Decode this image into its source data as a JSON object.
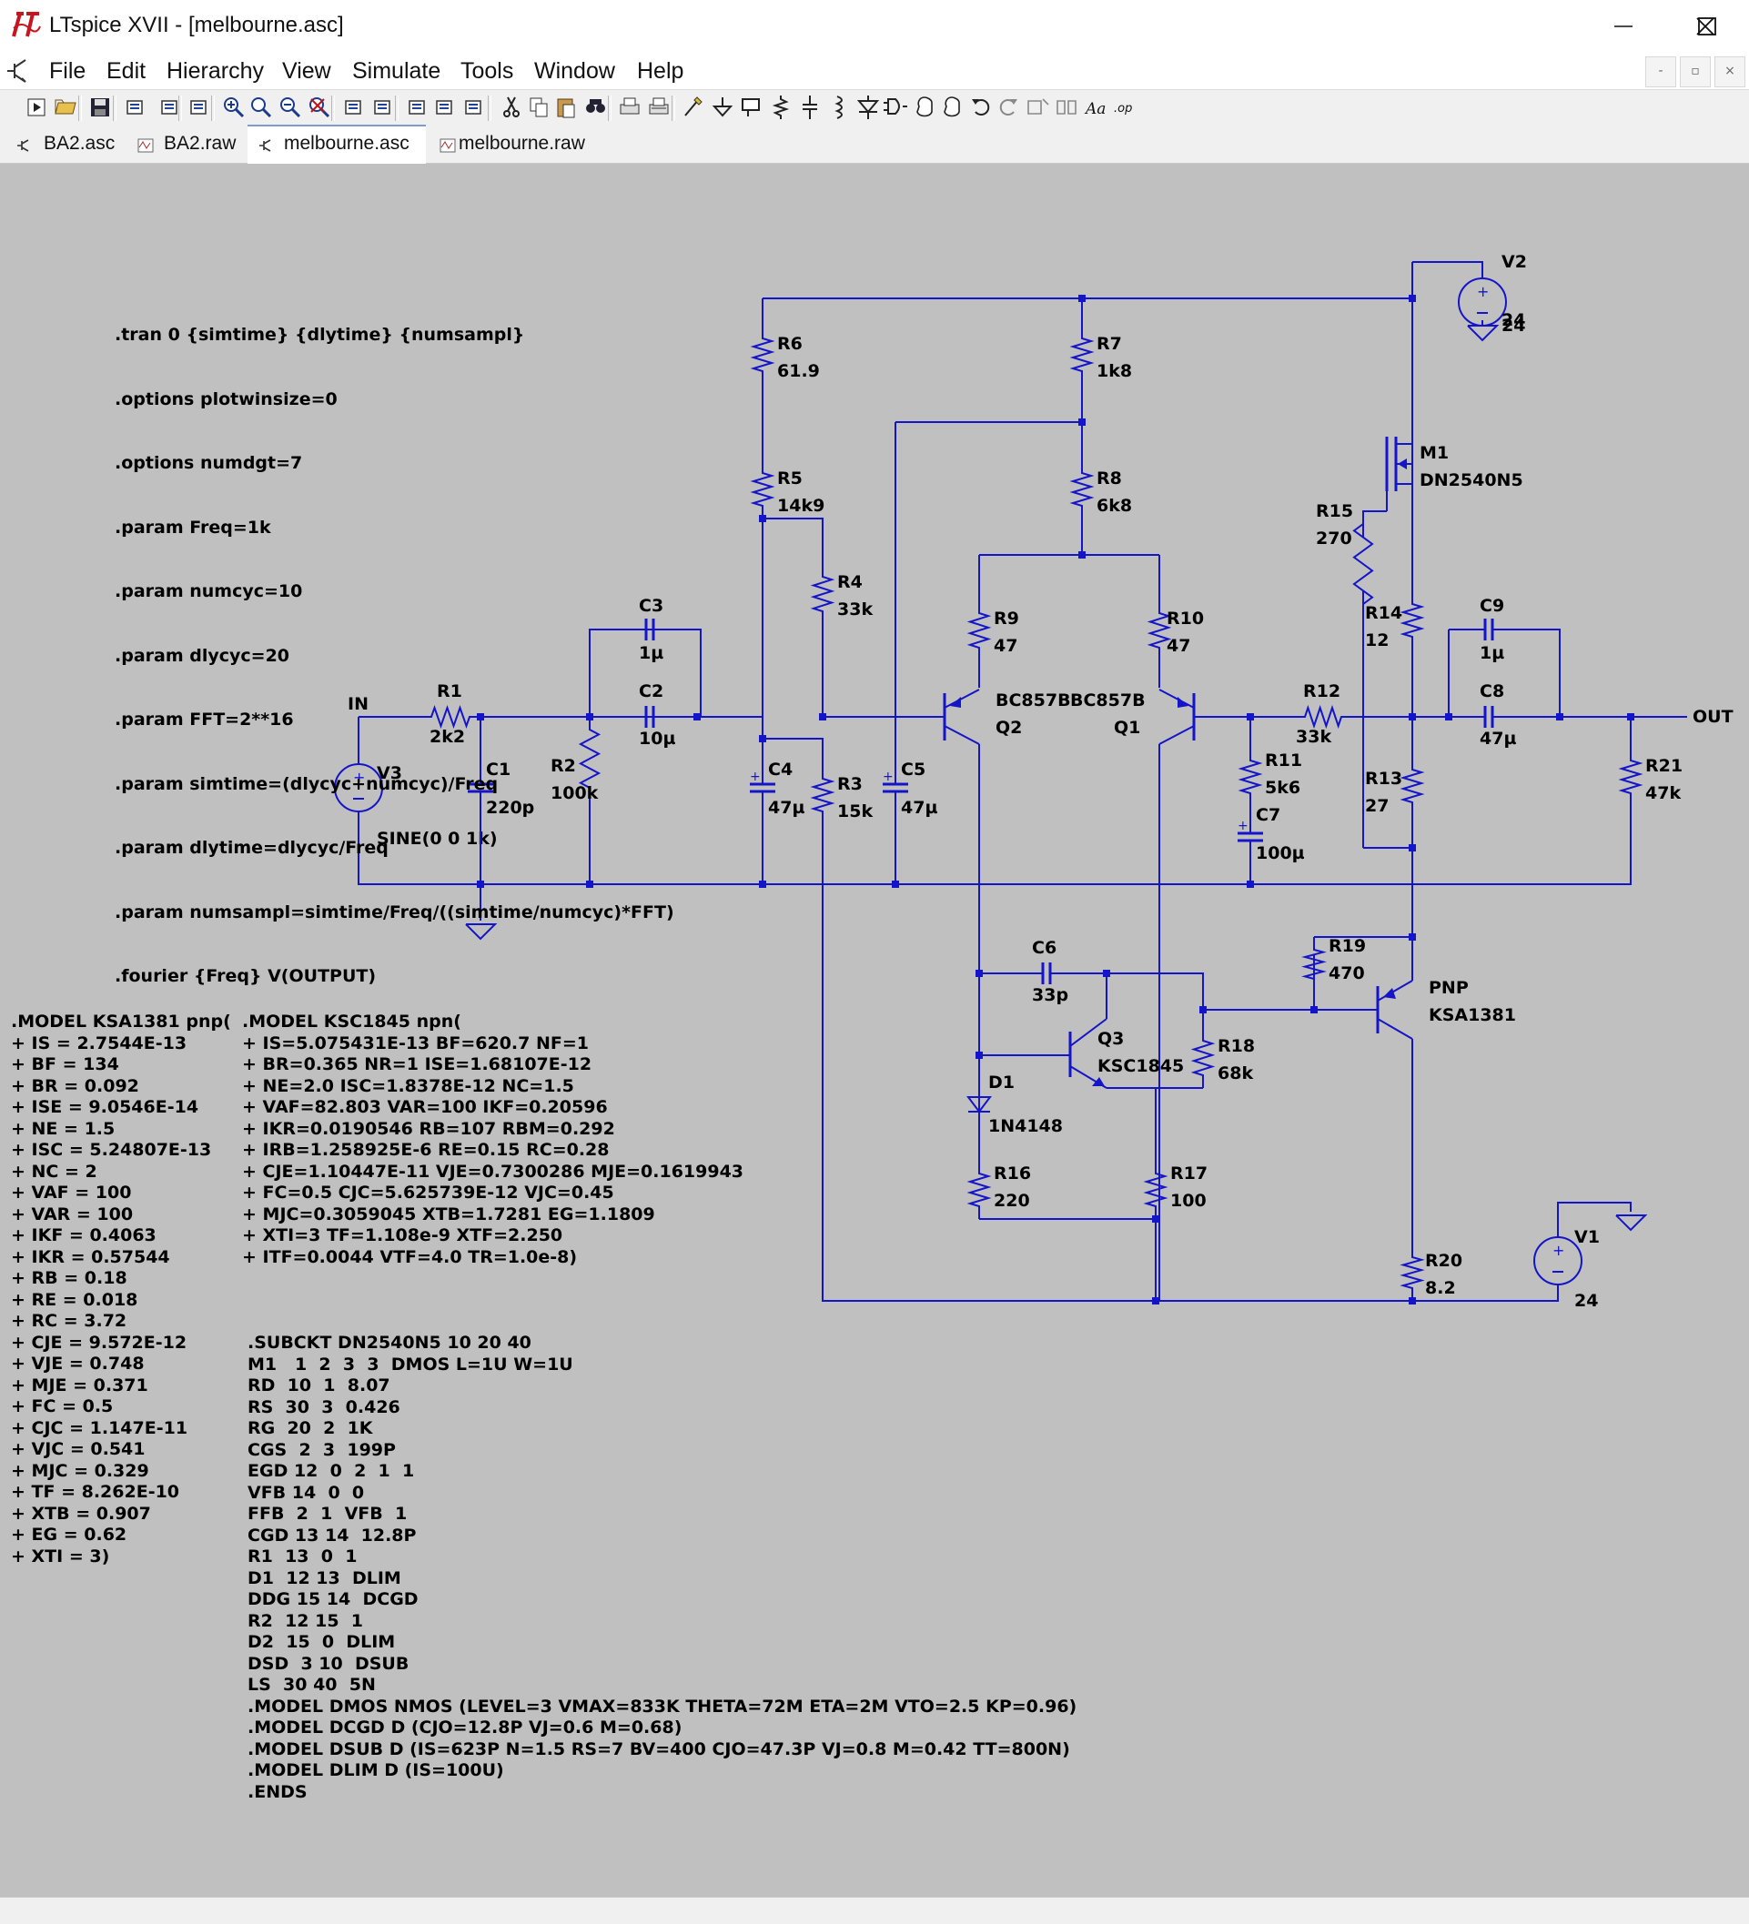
{
  "window": {
    "title": "LTspice XVII - [melbourne.asc]",
    "controls": [
      "minimize",
      "maximize",
      "close"
    ]
  },
  "menu": {
    "items": [
      "File",
      "Edit",
      "Hierarchy",
      "View",
      "Simulate",
      "Tools",
      "Window",
      "Help"
    ],
    "mdi_controls": [
      "-",
      "▫",
      "×"
    ]
  },
  "toolbar": {
    "icons": [
      "run-icon",
      "open-icon",
      "save-icon",
      "control-panel-icon",
      "halt-icon",
      "pan-icon",
      "zoom-in-icon",
      "zoom-area-icon",
      "zoom-out-icon",
      "zoom-fit-icon",
      "autorange-icon",
      "grid-icon",
      "tile-horizontal-icon",
      "cascade-icon",
      "tile-vertical-icon",
      "cut-icon",
      "copy-icon",
      "paste-icon",
      "find-icon",
      "print-icon",
      "print-preview-icon",
      "wire-icon",
      "ground-icon",
      "label-icon",
      "resistor-icon",
      "capacitor-icon",
      "inductor-icon",
      "diode-icon",
      "component-icon",
      "move-icon",
      "drag-icon",
      "undo-icon",
      "redo-icon",
      "rotate-icon",
      "mirror-icon",
      "text-icon",
      "spice-directive-icon"
    ]
  },
  "tabs": [
    {
      "label": "BA2.asc",
      "icon": "schematic-icon",
      "active": false
    },
    {
      "label": "BA2.raw",
      "icon": "waveform-icon",
      "active": false
    },
    {
      "label": "melbourne.asc",
      "icon": "schematic-icon",
      "active": true
    },
    {
      "label": "melbourne.raw",
      "icon": "waveform-icon",
      "active": false
    }
  ],
  "colors": {
    "wire": "#1414c8",
    "text": "#000000",
    "canvas": "#c0c0c0"
  },
  "directives": {
    "simulation": [
      ".tran 0 {simtime} {dlytime} {numsampl}",
      ".options plotwinsize=0",
      ".options numdgt=7",
      ".param Freq=1k",
      ".param numcyc=10",
      ".param dlycyc=20",
      ".param FFT=2**16",
      ".param simtime=(dlycyc+numcyc)/Freq",
      ".param dlytime=dlycyc/Freq",
      ".param numsampl=simtime/Freq/((simtime/numcyc)*FFT)",
      ".fourier {Freq} V(OUTPUT)"
    ],
    "model_ksa1381": [
      ".MODEL KSA1381 pnp(",
      "+ IS = 2.7544E-13",
      "+ BF = 134",
      "+ BR = 0.092",
      "+ ISE = 9.0546E-14",
      "+ NE = 1.5",
      "+ ISC = 5.24807E-13",
      "+ NC = 2",
      "+ VAF = 100",
      "+ VAR = 100",
      "+ IKF = 0.4063",
      "+ IKR = 0.57544",
      "+ RB = 0.18",
      "+ RE = 0.018",
      "+ RC = 3.72",
      "+ CJE = 9.572E-12",
      "+ VJE = 0.748",
      "+ MJE = 0.371",
      "+ FC = 0.5",
      "+ CJC = 1.147E-11",
      "+ VJC = 0.541",
      "+ MJC = 0.329",
      "+ TF = 8.262E-10",
      "+ XTB = 0.907",
      "+ EG = 0.62",
      "+ XTI = 3)"
    ],
    "model_ksc1845": [
      ".MODEL KSC1845 npn(",
      "+ IS=5.075431E-13 BF=620.7 NF=1",
      "+ BR=0.365 NR=1 ISE=1.68107E-12",
      "+ NE=2.0 ISC=1.8378E-12 NC=1.5",
      "+ VAF=82.803 VAR=100 IKF=0.20596",
      "+ IKR=0.0190546 RB=107 RBM=0.292",
      "+ IRB=1.258925E-6 RE=0.15 RC=0.28",
      "+ CJE=1.10447E-11 VJE=0.7300286 MJE=0.1619943",
      "+ FC=0.5 CJC=5.625739E-12 VJC=0.45",
      "+ MJC=0.3059045 XTB=1.7281 EG=1.1809",
      "+ XTI=3 TF=1.108e-9 XTF=2.250",
      "+ ITF=0.0044 VTF=4.0 TR=1.0e-8)"
    ],
    "subckt_dn2540n5": [
      ".SUBCKT DN2540N5 10 20 40",
      "M1   1  2  3  3  DMOS L=1U W=1U",
      "RD  10  1  8.07",
      "RS  30  3  0.426",
      "RG  20  2  1K",
      "CGS  2  3  199P",
      "EGD 12  0  2  1  1",
      "VFB 14  0  0",
      "FFB  2  1  VFB  1",
      "CGD 13 14  12.8P",
      "R1  13  0  1",
      "D1  12 13  DLIM",
      "DDG 15 14  DCGD",
      "R2  12 15  1",
      "D2  15  0  DLIM",
      "DSD  3 10  DSUB",
      "LS  30 40  5N",
      ".MODEL DMOS NMOS (LEVEL=3 VMAX=833K THETA=72M ETA=2M VTO=2.5 KP=0.96)",
      ".MODEL DCGD D (CJO=12.8P VJ=0.6 M=0.68)",
      ".MODEL DSUB D (IS=623P N=1.5 RS=7 BV=400 CJO=47.3P VJ=0.8 M=0.42 TT=800N)",
      ".MODEL DLIM D (IS=100U)",
      ".ENDS"
    ]
  },
  "components": {
    "R1": {
      "name": "R1",
      "value": "2k2"
    },
    "R2": {
      "name": "R2",
      "value": "100k"
    },
    "R3": {
      "name": "R3",
      "value": "15k"
    },
    "R4": {
      "name": "R4",
      "value": "33k"
    },
    "R5": {
      "name": "R5",
      "value": "14k9"
    },
    "R6": {
      "name": "R6",
      "value": "61.9"
    },
    "R7": {
      "name": "R7",
      "value": "1k8"
    },
    "R8": {
      "name": "R8",
      "value": "6k8"
    },
    "R9": {
      "name": "R9",
      "value": "47"
    },
    "R10": {
      "name": "R10",
      "value": "47"
    },
    "R11": {
      "name": "R11",
      "value": "5k6"
    },
    "R12": {
      "name": "R12",
      "value": "33k"
    },
    "R13": {
      "name": "R13",
      "value": "27"
    },
    "R14": {
      "name": "R14",
      "value": "12"
    },
    "R15": {
      "name": "R15",
      "value": "270"
    },
    "R16": {
      "name": "R16",
      "value": "220"
    },
    "R17": {
      "name": "R17",
      "value": "100"
    },
    "R18": {
      "name": "R18",
      "value": "68k"
    },
    "R19": {
      "name": "R19",
      "value": "470"
    },
    "R20": {
      "name": "R20",
      "value": "8.2"
    },
    "R21": {
      "name": "R21",
      "value": "47k"
    },
    "C1": {
      "name": "C1",
      "value": "220p"
    },
    "C2": {
      "name": "C2",
      "value": "10µ"
    },
    "C3": {
      "name": "C3",
      "value": "1µ"
    },
    "C4": {
      "name": "C4",
      "value": "47µ"
    },
    "C5": {
      "name": "C5",
      "value": "47µ"
    },
    "C6": {
      "name": "C6",
      "value": "33p"
    },
    "C7": {
      "name": "C7",
      "value": "100µ"
    },
    "C8": {
      "name": "C8",
      "value": "47µ"
    },
    "C9": {
      "name": "C9",
      "value": "1µ"
    },
    "Q1": {
      "name": "Q1",
      "value": "BC857B"
    },
    "Q2": {
      "name": "Q2",
      "value": "BC857B"
    },
    "Q3": {
      "name": "Q3",
      "value": "KSC1845"
    },
    "Q4": {
      "name": "PNP",
      "value": "KSA1381"
    },
    "M1": {
      "name": "M1",
      "value": "DN2540N5"
    },
    "D1": {
      "name": "D1",
      "value": "1N4148"
    },
    "V1": {
      "name": "V1",
      "value": "24"
    },
    "V2": {
      "name": "V2",
      "value": "24"
    },
    "V3": {
      "name": "V3",
      "value": "SINE(0 0 1k)"
    }
  },
  "net_labels": {
    "input": "IN",
    "output": "OUT"
  }
}
